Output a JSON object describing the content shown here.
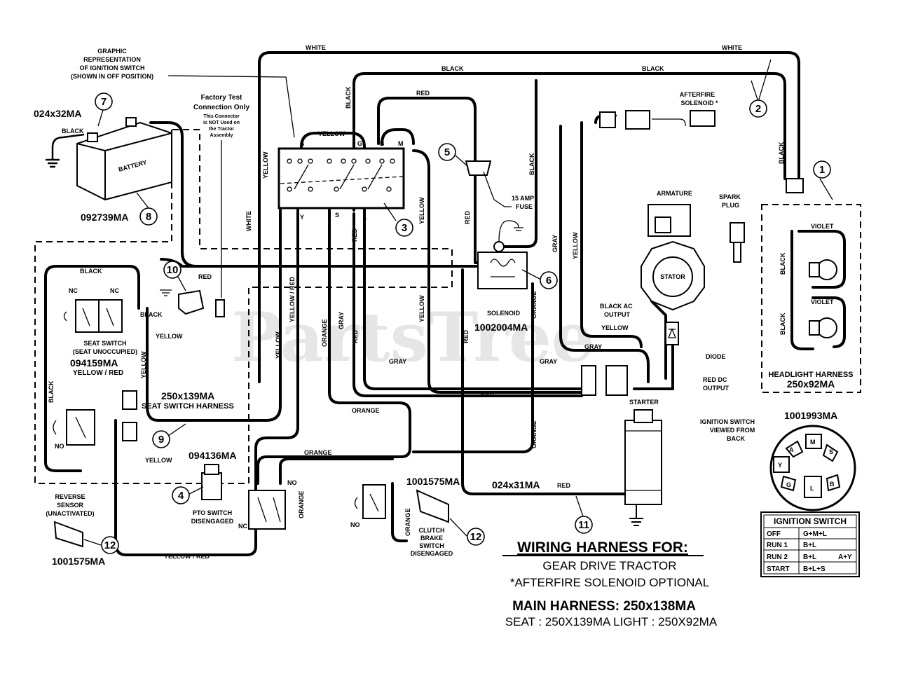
{
  "watermark": "PartsTree",
  "title": {
    "line1": "WIRING HARNESS FOR:",
    "line2": "GEAR DRIVE TRACTOR",
    "line3": "*AFTERFIRE SOLENOID OPTIONAL",
    "main_harness": "MAIN HARNESS: 250x138MA",
    "sub_harness": "SEAT : 250X139MA    LIGHT : 250X92MA"
  },
  "wire_labels": {
    "white": "WHITE",
    "black": "BLACK",
    "red": "RED",
    "yellow": "YELLOW",
    "gray": "GRAY",
    "orange": "ORANGE",
    "violet": "VIOLET",
    "yellow_red": "YELLOW / RED"
  },
  "notes": {
    "graphic_rep": [
      "GRAPHIC",
      "REPRESENTATION",
      "OF IGNITION SWITCH",
      "(SHOWN IN OFF POSITION)"
    ],
    "factory_test": [
      "Factory Test",
      "Connection Only",
      "This Connector",
      "is NOT Used on",
      "the Tractor",
      "Assembly"
    ],
    "afterfire": [
      "AFTERFIRE",
      "SOLENOID *"
    ],
    "fuse": [
      "15 AMP",
      "FUSE"
    ],
    "armature": "ARMATURE",
    "spark_plug": [
      "SPARK",
      "PLUG"
    ],
    "stator": "STATOR",
    "black_ac": [
      "BLACK AC",
      "OUTPUT"
    ],
    "diode": "DIODE",
    "red_dc": [
      "RED DC",
      "OUTPUT"
    ],
    "solenoid": "SOLENOID",
    "starter": "STARTER",
    "seat_switch": [
      "SEAT SWITCH",
      "(SEAT UNOCCUPIED)"
    ],
    "seat_harness": "SEAT SWITCH HARNESS",
    "headlight_harness": "HEADLIGHT HARNESS",
    "reverse_sensor": [
      "REVERSE",
      "SENSOR",
      "(UNACTIVATED)"
    ],
    "pto_switch": [
      "PTO SWITCH",
      "DISENGAGED"
    ],
    "clutch_brake": [
      "CLUTCH",
      "BRAKE",
      "SWITCH",
      "DISENGAGED"
    ],
    "ign_back": [
      "IGNITION SWITCH",
      "VIEWED FROM",
      "BACK"
    ],
    "battery": "BATTERY",
    "nc": "NC",
    "no": "NO"
  },
  "part_numbers": {
    "battery_cable": "024x32MA",
    "battery": "092739MA",
    "solenoid": "1002004MA",
    "seat_switch": "094159MA",
    "seat_harness": "250x139MA",
    "pto_switch": "094136MA",
    "clutch_switch": "1001575MA",
    "reverse_sensor": "1001575MA",
    "starter_cable": "024x31MA",
    "ignition_switch": "1001993MA",
    "headlight_harness": "250x92MA"
  },
  "callouts": [
    "1",
    "2",
    "3",
    "4",
    "5",
    "6",
    "7",
    "8",
    "9",
    "10",
    "11",
    "12"
  ],
  "switch_terminals": [
    "A",
    "G",
    "B",
    "M",
    "Y",
    "S",
    "L"
  ],
  "ignition_back_terminals": [
    "A",
    "M",
    "S",
    "Y",
    "G",
    "L",
    "B"
  ],
  "ignition_table": {
    "header": "IGNITION SWITCH",
    "rows": [
      {
        "pos": "OFF",
        "circuit": "G+M+L",
        "extra": ""
      },
      {
        "pos": "RUN 1",
        "circuit": "B+L",
        "extra": ""
      },
      {
        "pos": "RUN 2",
        "circuit": "B+L",
        "extra": "A+Y"
      },
      {
        "pos": "START",
        "circuit": "B+L+S",
        "extra": ""
      }
    ]
  }
}
